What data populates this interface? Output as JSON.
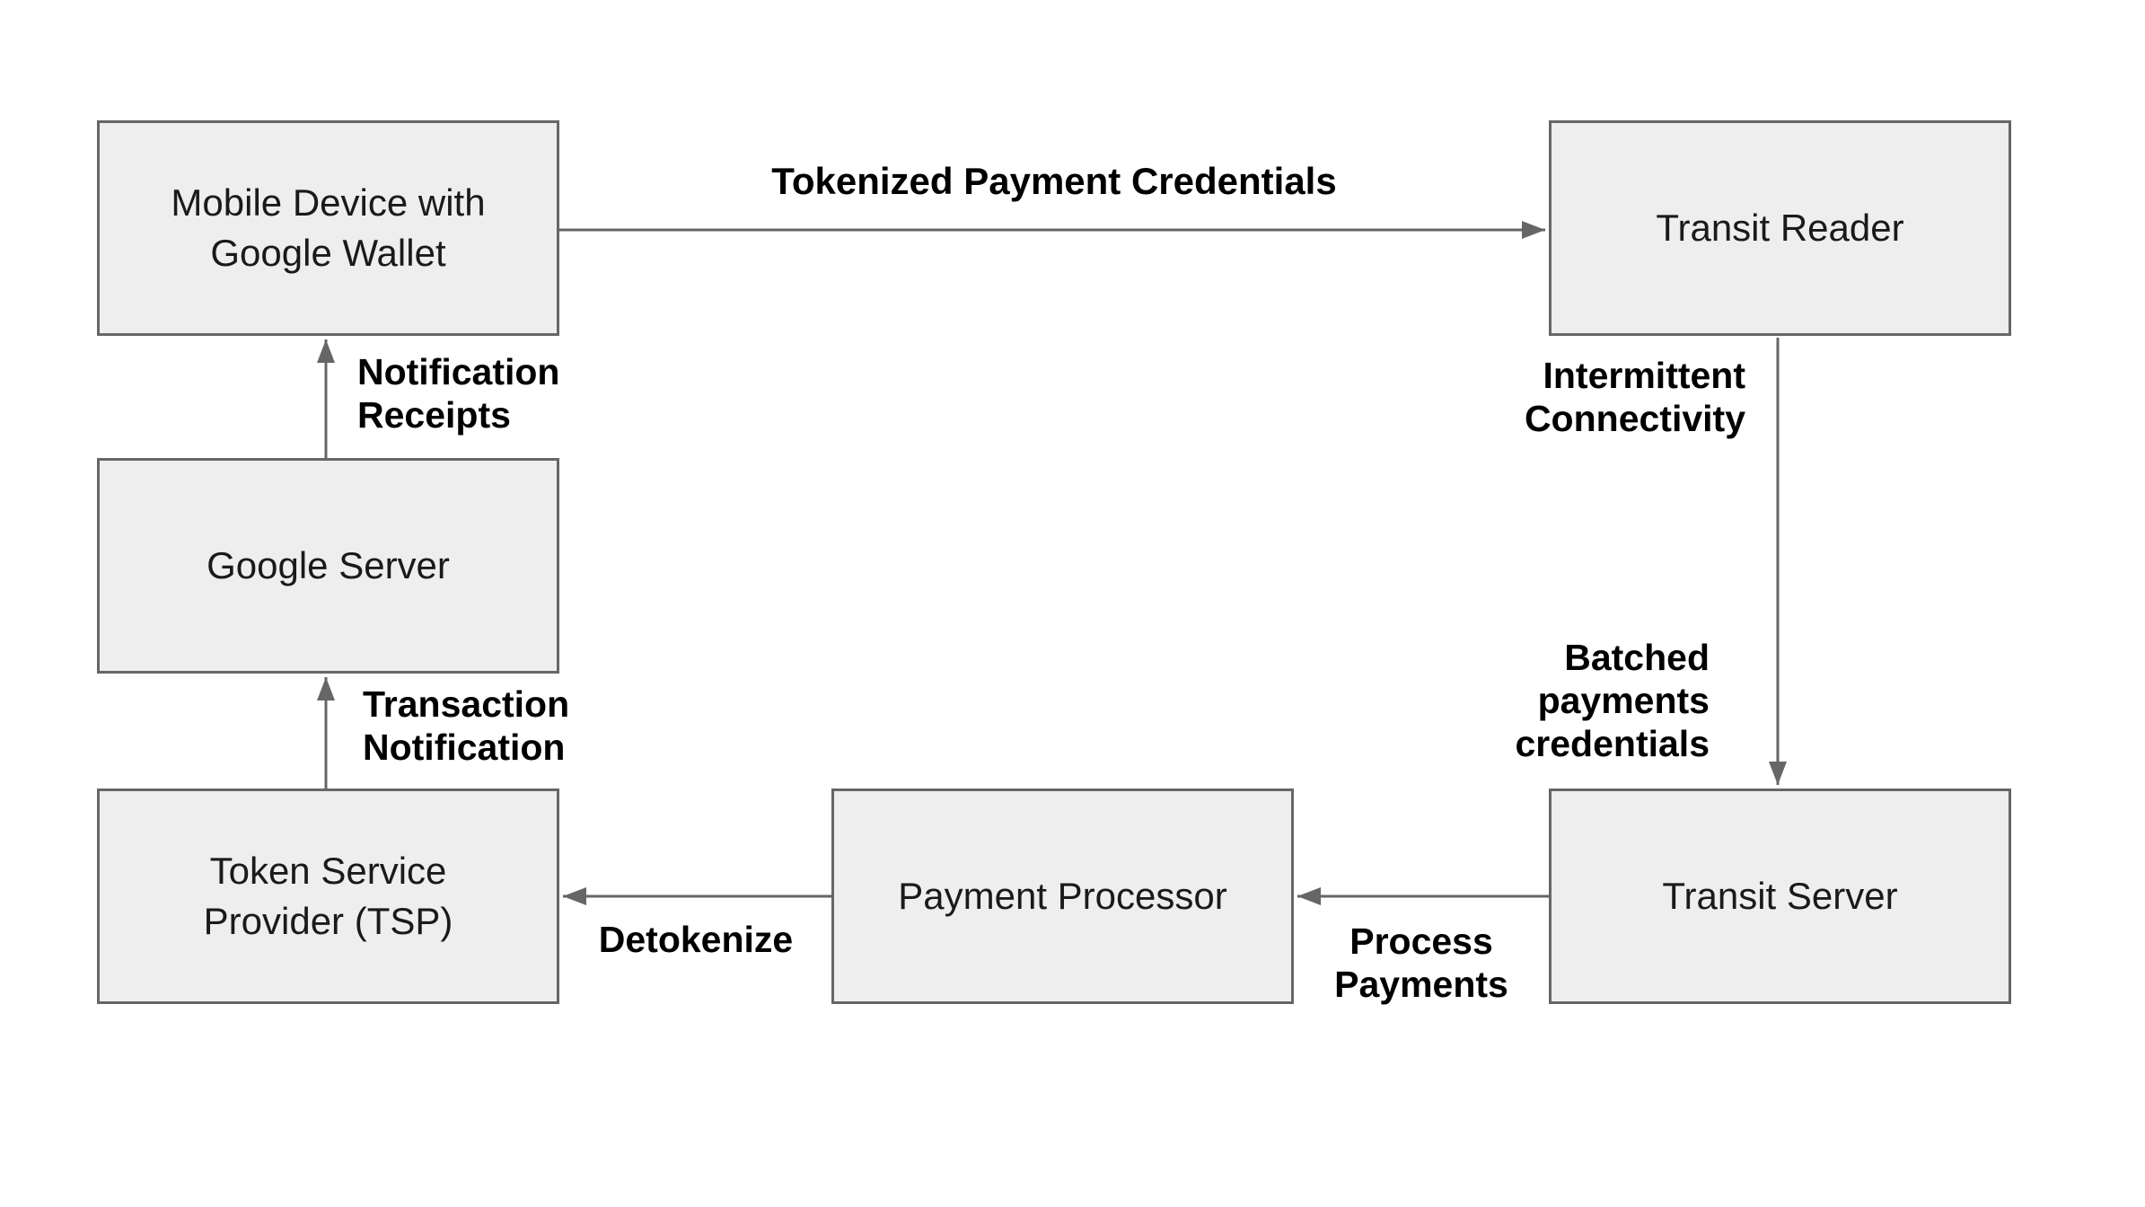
{
  "diagram": {
    "colors": {
      "background": "#ffffff",
      "node_fill": "#eeeeee",
      "node_border": "#666666",
      "arrow": "#666666",
      "node_text": "#1a1a1a",
      "edge_label_text": "#000000"
    },
    "nodes": {
      "mobile_wallet": {
        "lines": [
          "Mobile Device with",
          "Google Wallet"
        ]
      },
      "transit_reader": {
        "lines": [
          "Transit Reader"
        ]
      },
      "google_server": {
        "lines": [
          "Google Server"
        ]
      },
      "tsp": {
        "lines": [
          "Token Service",
          "Provider (TSP)"
        ]
      },
      "payment_processor": {
        "lines": [
          "Payment Processor"
        ]
      },
      "transit_server": {
        "lines": [
          "Transit Server"
        ]
      }
    },
    "edges": {
      "tokenized_payment_credentials": {
        "from": "mobile_wallet",
        "to": "transit_reader",
        "label": "Tokenized Payment Credentials"
      },
      "notification_receipts": {
        "from": "google_server",
        "to": "mobile_wallet",
        "lines": [
          "Notification",
          "Receipts"
        ]
      },
      "reader_to_server": {
        "from": "transit_reader",
        "to": "transit_server",
        "upper_lines": [
          "Intermittent",
          "Connectivity"
        ],
        "lower_lines": [
          "Batched",
          "payments",
          "credentials"
        ]
      },
      "transaction_notification": {
        "from": "tsp",
        "to": "google_server",
        "lines": [
          "Transaction",
          "Notification"
        ]
      },
      "process_payments": {
        "from": "transit_server",
        "to": "payment_processor",
        "lines": [
          "Process",
          "Payments"
        ]
      },
      "detokenize": {
        "from": "payment_processor",
        "to": "tsp",
        "label": "Detokenize"
      }
    }
  }
}
